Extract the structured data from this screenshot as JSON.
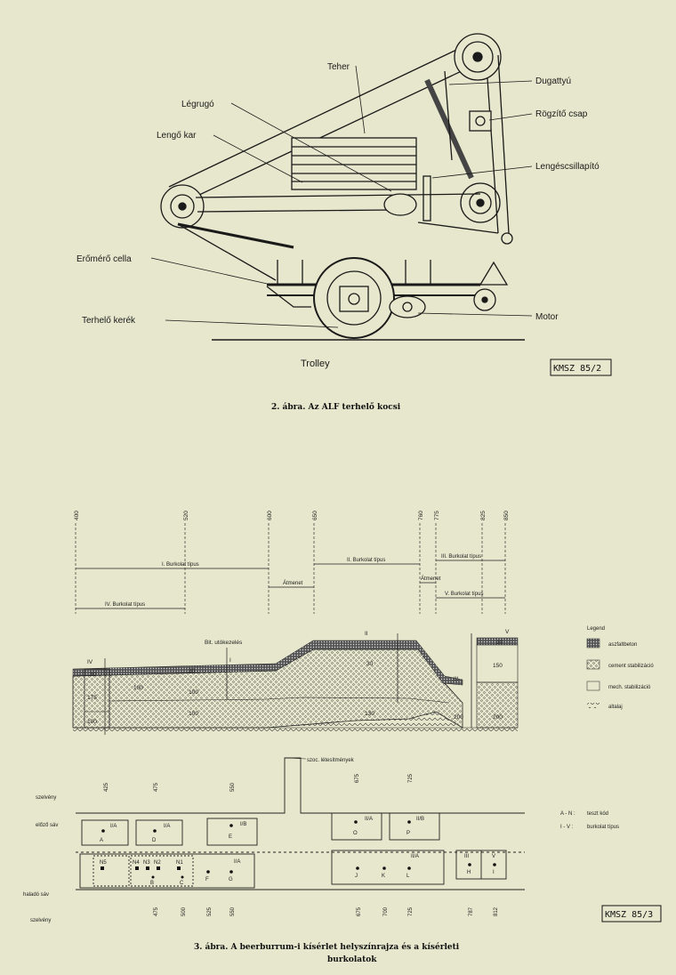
{
  "figure2": {
    "labels": {
      "teher": "Teher",
      "dugattyu": "Dugattyú",
      "legrugo": "Légrugó",
      "rogzito_csap": "Rögzítő csap",
      "lengo_kar": "Lengő kar",
      "lengescsillapito": "Lengéscsillapító",
      "eromero_cella": "Erőmérő cella",
      "terhelo_kerek": "Terhelő kerék",
      "motor": "Motor",
      "trolley": "Trolley"
    },
    "code": "KMSZ 85/2",
    "caption": "2. ábra. Az ALF terhelő kocsi"
  },
  "figure3": {
    "top_scale": [
      "400",
      "520",
      "600",
      "650",
      "760",
      "775",
      "825",
      "850"
    ],
    "ranges": {
      "burkolat1": "I. Burkolat típus",
      "burkolat2": "II. Burkolat típus",
      "burkolat3": "III. Burkolat típus",
      "burkolat4": "IV. Burkolat típus",
      "burkolat5": "V. Burkolat típus",
      "atmenet1": "Átmenet",
      "atmenet2": "Átmenet"
    },
    "section": {
      "bit_label": "Bit. utókezelés",
      "roman": [
        "IV",
        "I",
        "II",
        "III",
        "V"
      ],
      "values": [
        "30",
        "175",
        "100",
        "30",
        "100",
        "100",
        "100",
        "130",
        "30",
        "200",
        "30",
        "150",
        "200"
      ]
    },
    "legend": {
      "title": "Legend",
      "items": [
        "aszfaltbeton",
        "cement stabilizáció",
        "mech. stabilizáció",
        "altalaj"
      ]
    },
    "plan": {
      "szoc_label": "szoc. létesítmények",
      "szelveny": "szelvény",
      "elozo_sav": "előző sáv",
      "halado_sav": "haladó sáv",
      "top_ticks": [
        "425",
        "475",
        "550",
        "675",
        "725"
      ],
      "bottom_ticks": [
        "475",
        "500",
        "525",
        "550",
        "675",
        "700",
        "725",
        "787",
        "812"
      ],
      "upper_boxes": [
        {
          "type": "I/A",
          "letter": "A"
        },
        {
          "type": "I/A",
          "letter": "D"
        },
        {
          "type": "I/B",
          "letter": "E"
        },
        {
          "type": "II/A",
          "letter": "O"
        },
        {
          "type": "II/B",
          "letter": "P"
        }
      ],
      "lower": {
        "n5": "N5",
        "n_group": [
          "N4",
          "N3",
          "N2",
          "N1"
        ],
        "letters_b_c": [
          "B",
          "C"
        ],
        "i_a": "I/A",
        "fg": [
          "F",
          "G"
        ],
        "iia": "II/A",
        "jkl": [
          "J",
          "K",
          "L"
        ],
        "iii": "III",
        "v": "V",
        "h": "H",
        "i": "I"
      },
      "key": {
        "a_n": "A - N :",
        "a_n_desc": "teszt kód",
        "i_v": "I - V :",
        "i_v_desc": "burkolat típus"
      }
    },
    "code": "KMSZ 85/3",
    "caption_line1": "3. ábra. A beerburrum-i kísérlet helyszínrajza és a kísérleti",
    "caption_line2": "burkolatok"
  },
  "colors": {
    "background": "#e6e7cc",
    "ink": "#1a1a1a"
  }
}
